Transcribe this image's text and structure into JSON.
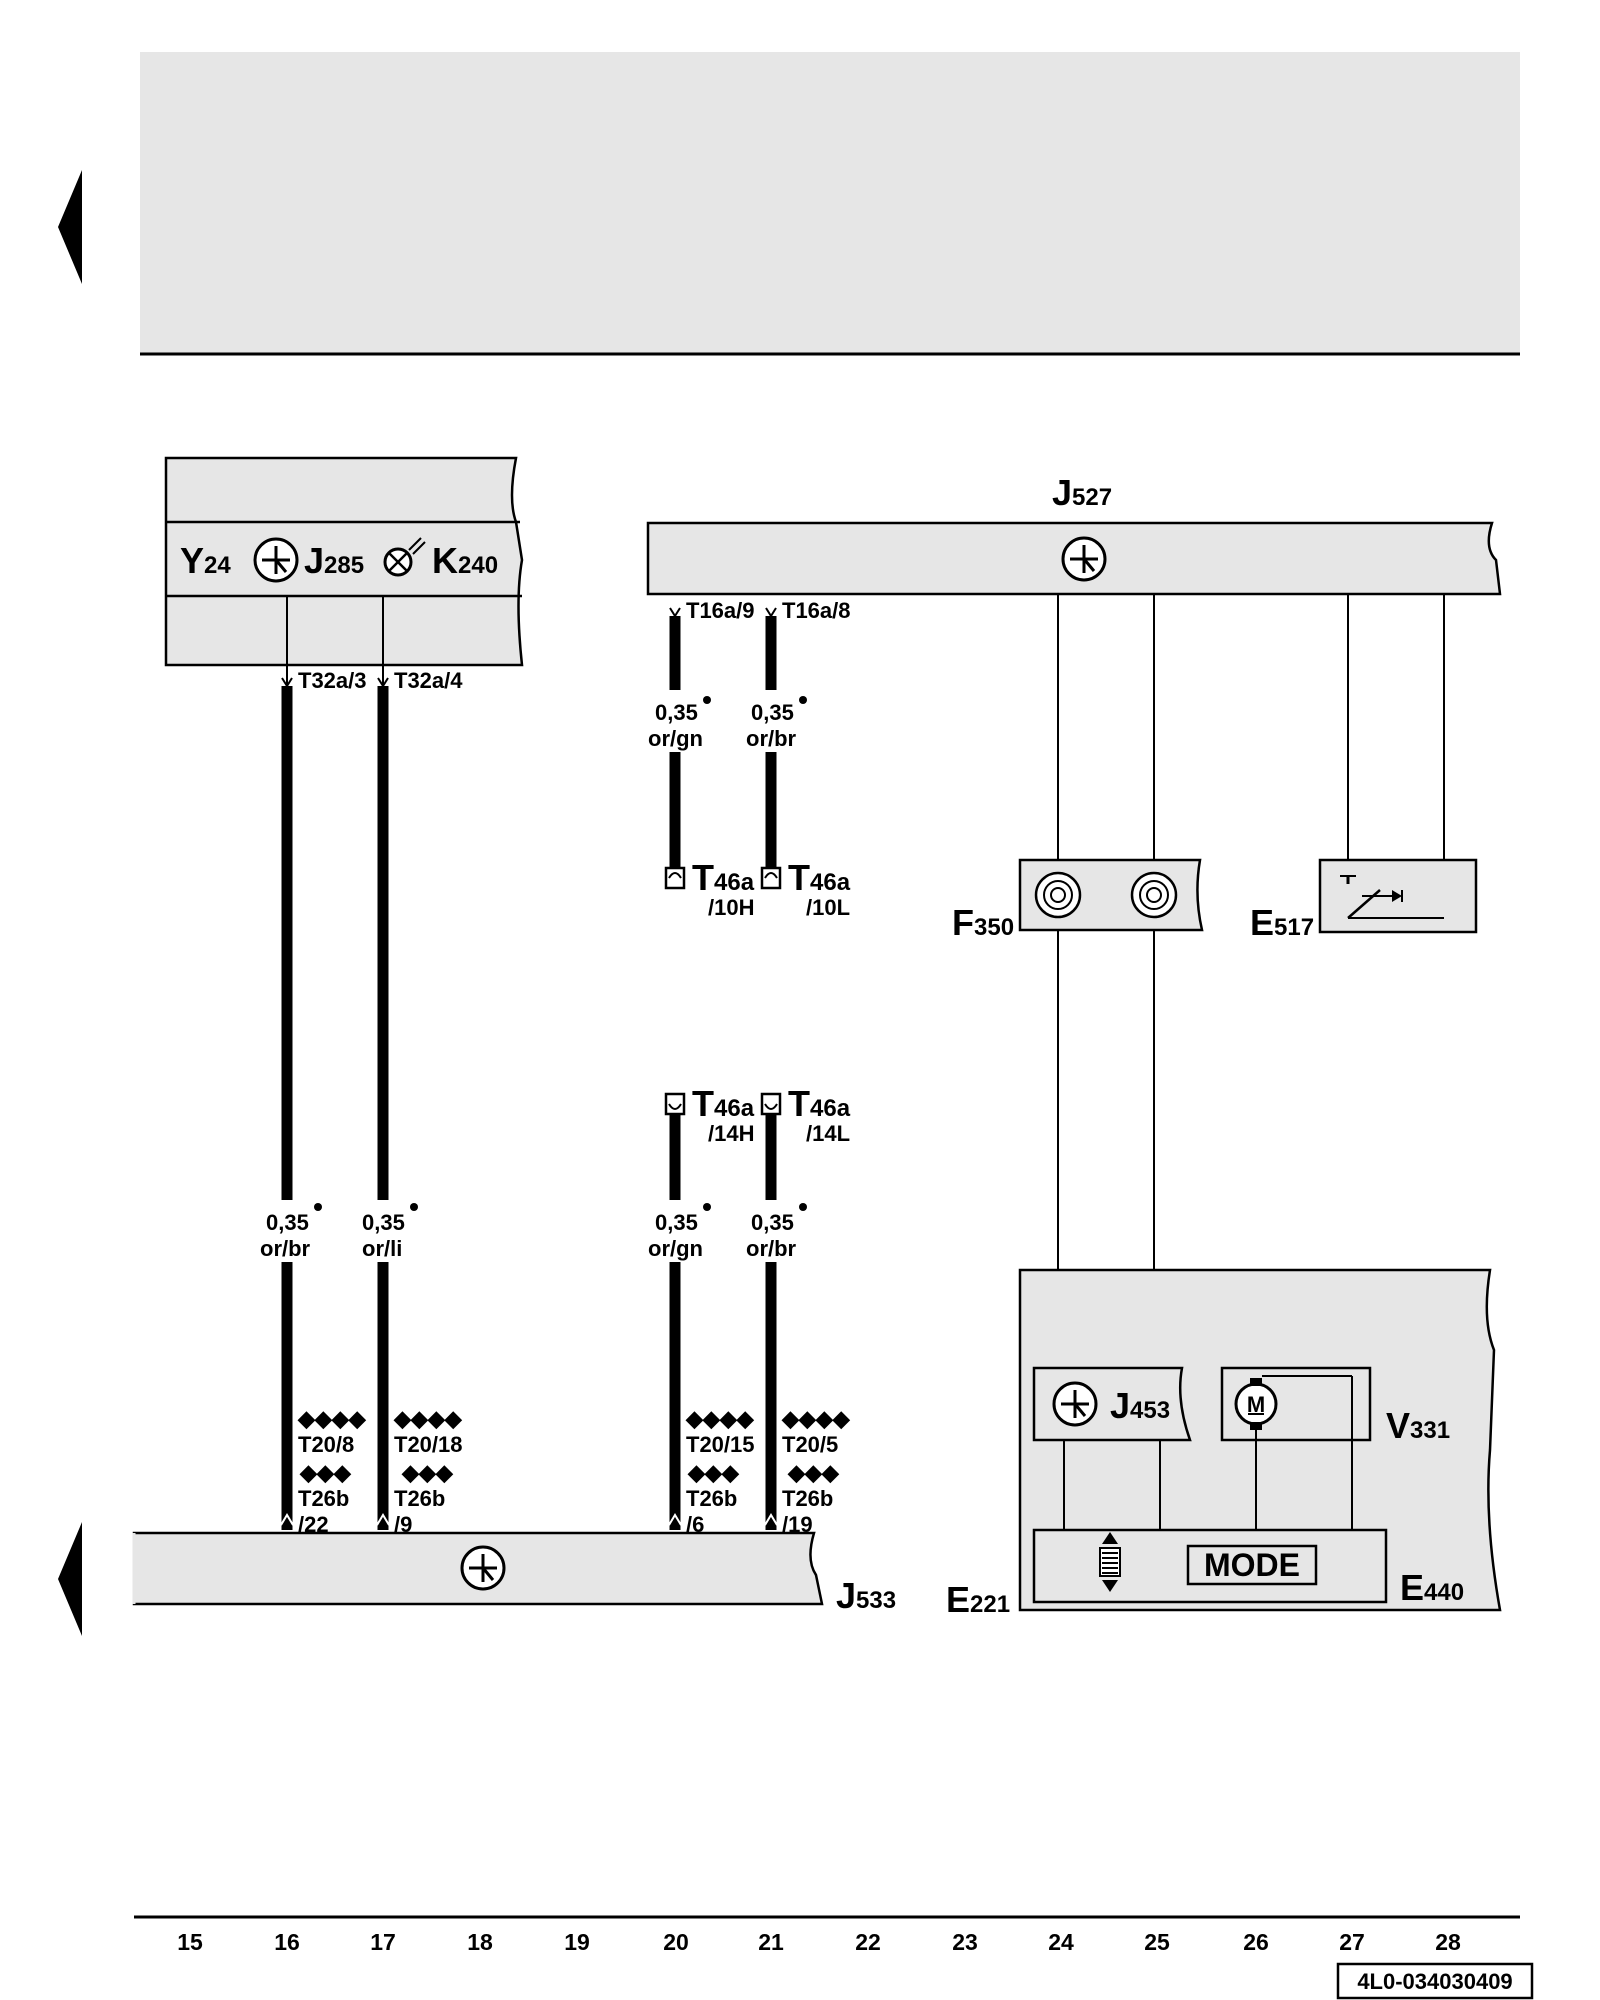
{
  "header": {
    "bg": "#e6e6e6"
  },
  "colors": {
    "box_fill": "#e6e6e6",
    "line": "#000000"
  },
  "components": {
    "y24": {
      "main": "Y",
      "sub": "24"
    },
    "j285": {
      "main": "J",
      "sub": "285"
    },
    "k240": {
      "main": "K",
      "sub": "240"
    },
    "j527": {
      "main": "J",
      "sub": "527"
    },
    "f350": {
      "main": "F",
      "sub": "350"
    },
    "e517": {
      "main": "E",
      "sub": "517"
    },
    "j453": {
      "main": "J",
      "sub": "453"
    },
    "v331": {
      "main": "V",
      "sub": "331"
    },
    "j533": {
      "main": "J",
      "sub": "533"
    },
    "e221": {
      "main": "E",
      "sub": "221"
    },
    "e440": {
      "main": "E",
      "sub": "440"
    },
    "mode_label": "MODE",
    "motor_label": "M"
  },
  "pins": {
    "t32a3": "T32a/3",
    "t32a4": "T32a/4",
    "t16a9": "T16a/9",
    "t16a8": "T16a/8",
    "t46a_top_l": {
      "main": "T",
      "sub": "46a",
      "pin": "/10H"
    },
    "t46a_top_r": {
      "main": "T",
      "sub": "46a",
      "pin": "/10L"
    },
    "t46a_bot_l": {
      "main": "T",
      "sub": "46a",
      "pin": "/14H"
    },
    "t46a_bot_r": {
      "main": "T",
      "sub": "46a",
      "pin": "/14L"
    }
  },
  "wires": [
    {
      "gauge": "0,35",
      "color": "or/br"
    },
    {
      "gauge": "0,35",
      "color": "or/li"
    },
    {
      "gauge": "0,35",
      "color": "or/gn"
    },
    {
      "gauge": "0,35",
      "color": "or/br"
    },
    {
      "gauge": "0,35",
      "color": "or/gn"
    },
    {
      "gauge": "0,35",
      "color": "or/br"
    }
  ],
  "bottom_connectors": [
    {
      "d4": "◆◆◆◆",
      "t20": "T20/8",
      "d3": "◆◆◆",
      "t26": "T26b",
      "pin": "/22"
    },
    {
      "d4": "◆◆◆◆",
      "t20": "T20/18",
      "d3": "◆◆◆",
      "t26": "T26b",
      "pin": "/9"
    },
    {
      "d4": "◆◆◆◆",
      "t20": "T20/15",
      "d3": "◆◆◆",
      "t26": "T26b",
      "pin": "/6"
    },
    {
      "d4": "◆◆◆◆",
      "t20": "T20/5",
      "d3": "◆◆◆",
      "t26": "T26b",
      "pin": "/19"
    }
  ],
  "columns": [
    "15",
    "16",
    "17",
    "18",
    "19",
    "20",
    "21",
    "22",
    "23",
    "24",
    "25",
    "26",
    "27",
    "28"
  ],
  "doc_id": "4L0-034030409"
}
